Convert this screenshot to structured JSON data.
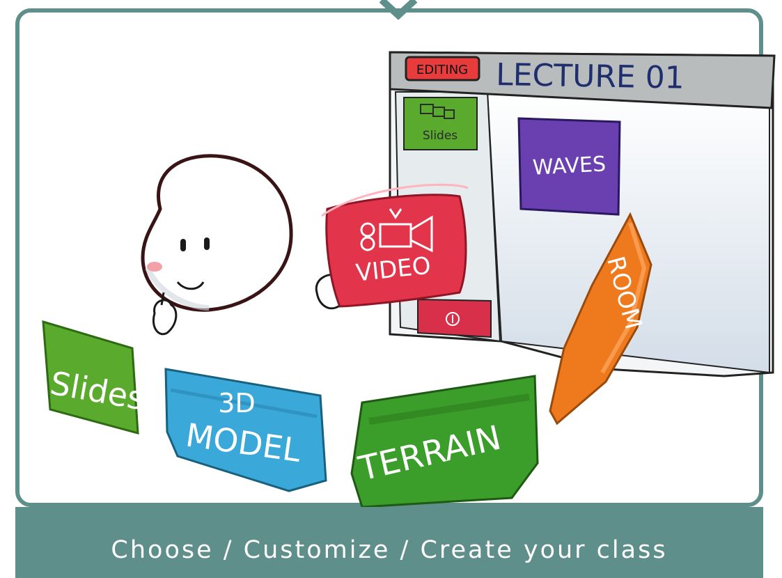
{
  "window": {
    "badge": "EDITING",
    "title": "LECTURE 01",
    "sidebar_slides_label": "Slides"
  },
  "tiles": {
    "waves": "WAVES",
    "video": "VIDEO",
    "room": "ROOM",
    "slides": "Slides",
    "model_line1": "3D",
    "model_line2": "MODEL",
    "terrain": "TERRAIN"
  },
  "caption": "Choose / Customize / Create your class",
  "colors": {
    "frame": "#5f8f8a",
    "green": "#5aaa2e",
    "purple": "#6a3fb0",
    "red": "#e2344a",
    "orange": "#ef7a1e",
    "blue": "#3aa9d9",
    "badge": "#e83c3c"
  },
  "icons": [
    "video-camera-icon",
    "slides-icon",
    "add-icon"
  ]
}
